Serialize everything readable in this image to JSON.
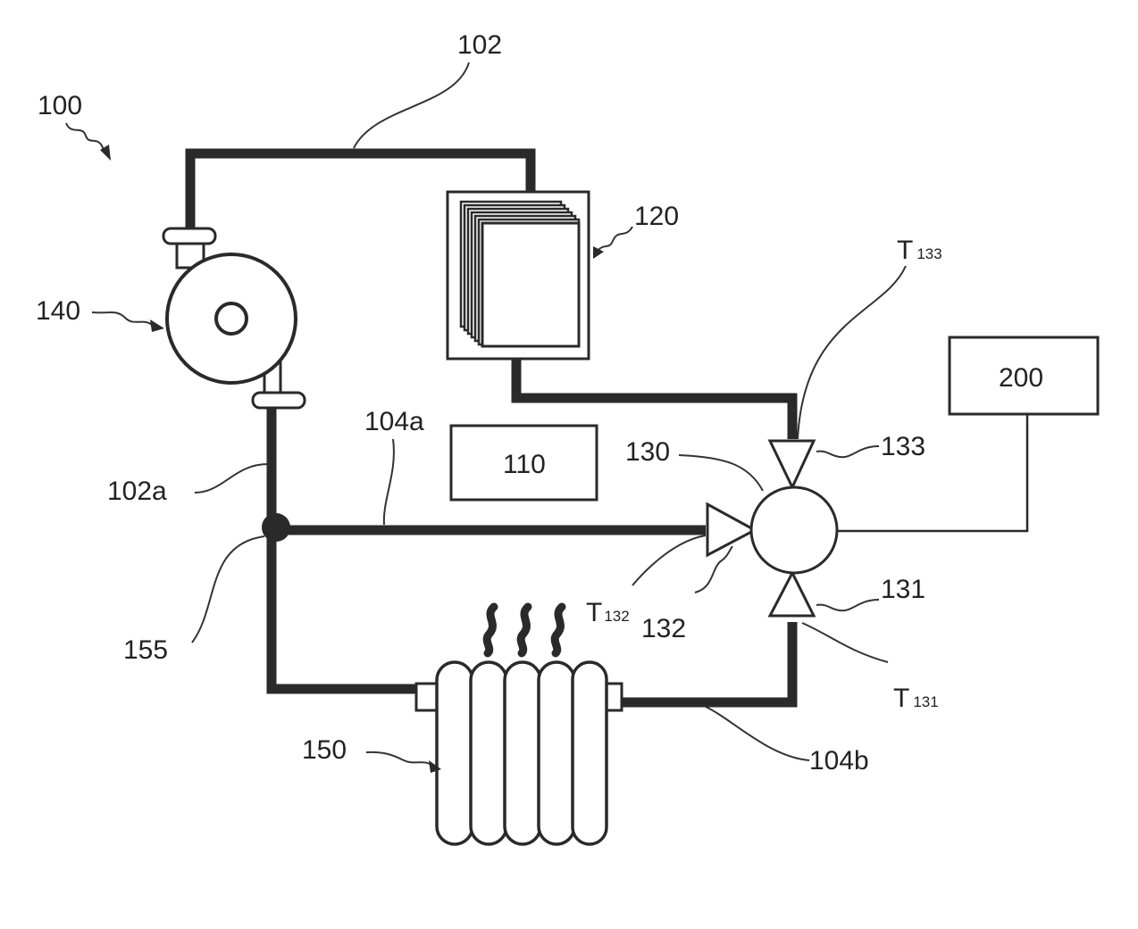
{
  "figure": {
    "system_label": "100",
    "labels": {
      "pipe_top": "102",
      "pipe_102a": "102a",
      "pipe_104a": "104a",
      "pipe_104b": "104b",
      "box_110": "110",
      "stack_120": "120",
      "valve_130": "130",
      "port_131": "131",
      "port_132": "132",
      "port_133": "133",
      "pump_140": "140",
      "radiator_150": "150",
      "junction_155": "155",
      "controller_200": "200"
    },
    "temperature_labels": {
      "t131": {
        "main": "T",
        "sub": "131"
      },
      "t132": {
        "main": "T",
        "sub": "132"
      },
      "t133": {
        "main": "T",
        "sub": "133"
      }
    }
  }
}
